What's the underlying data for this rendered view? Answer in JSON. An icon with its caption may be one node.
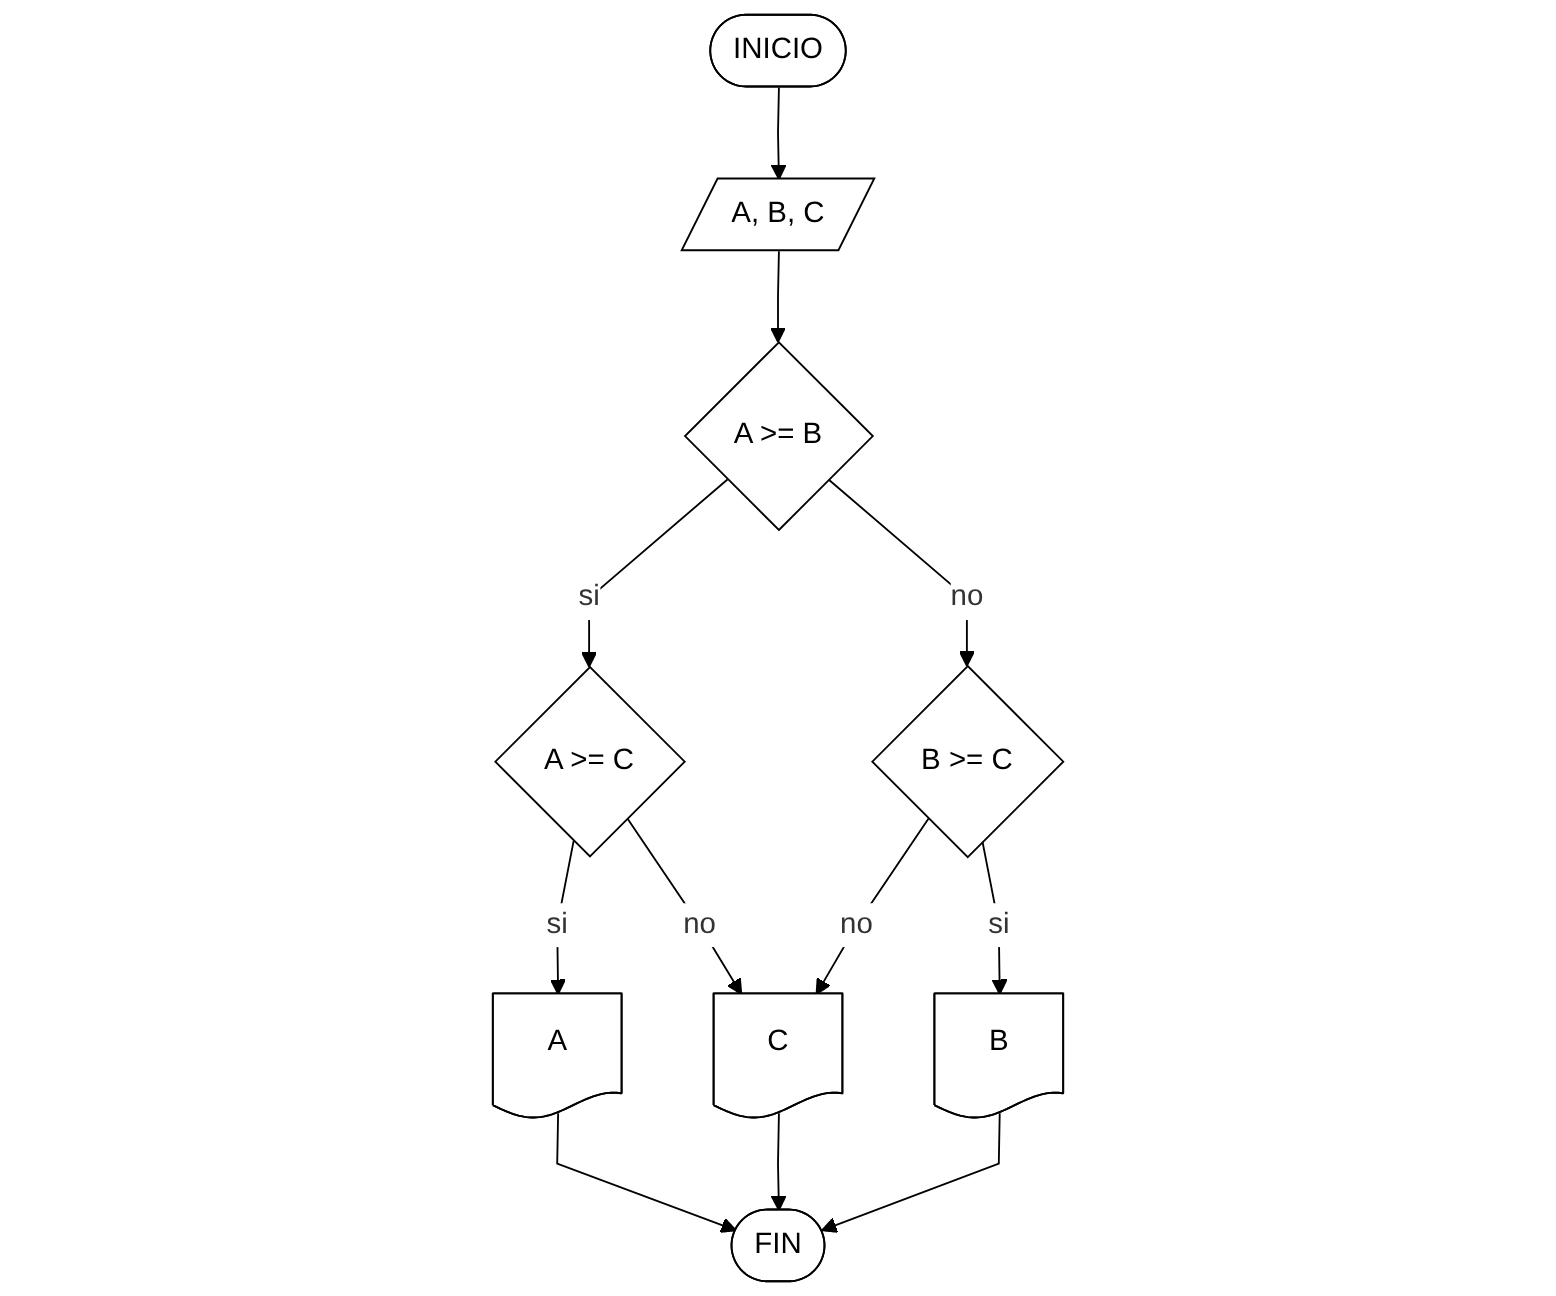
{
  "diagram": {
    "nodes": [
      {
        "text": [
          "INICIO"
        ]
      },
      {
        "text": [
          "A, B, C"
        ]
      },
      {
        "text": [
          "A >= B"
        ]
      },
      {
        "text": [
          "A >= C"
        ]
      },
      {
        "text": [
          "A"
        ]
      },
      {
        "text": [
          "B >= C"
        ]
      },
      {
        "text": [
          "B"
        ]
      },
      {
        "text": [
          "C"
        ]
      },
      {
        "text": [
          "FIN"
        ]
      }
    ],
    "edges": [
      {
        "from": 0,
        "to": 1,
        "arrow": "to"
      },
      {
        "from": 1,
        "to": 2,
        "arrow": "to"
      },
      {
        "from": 2,
        "to": 3,
        "arrow": "to",
        "label": "si"
      },
      {
        "from": 3,
        "to": 4,
        "arrow": "to",
        "label": "si"
      },
      {
        "from": 3,
        "to": 7,
        "arrow": "to",
        "label": "no"
      },
      {
        "from": 2,
        "to": 5,
        "arrow": "to",
        "label": "no"
      },
      {
        "from": 5,
        "to": 6,
        "arrow": "to",
        "label": "si"
      },
      {
        "from": 5,
        "to": 7,
        "arrow": "to",
        "label": "no"
      },
      {
        "from": 4,
        "to": 8,
        "arrow": "to"
      },
      {
        "from": 7,
        "to": 8,
        "arrow": "to"
      },
      {
        "from": 6,
        "to": 8,
        "arrow": "to"
      }
    ]
  }
}
